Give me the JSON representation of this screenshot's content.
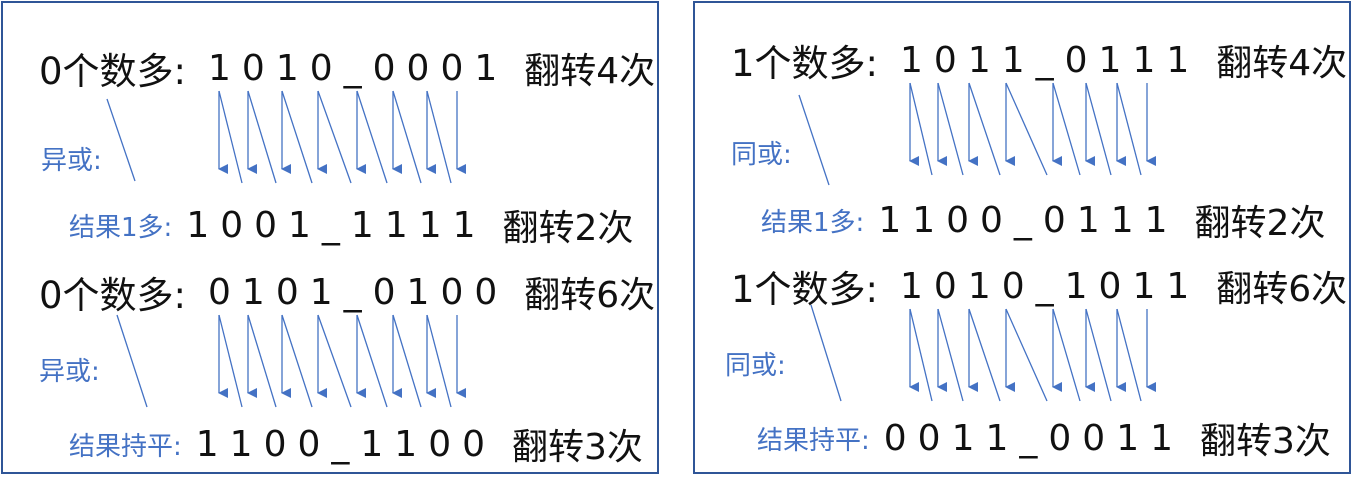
{
  "colors": {
    "border": "#2f5597",
    "accent": "#4472c4",
    "text": "#111111"
  },
  "panels": [
    {
      "op_label": "异或:",
      "op_label2": "异或:",
      "rows": [
        {
          "label": "0个数多:",
          "bits": "1010_0001",
          "flips": "翻转4次"
        },
        {
          "label": "结果1多:",
          "bits": "1001_1111",
          "flips": "翻转2次"
        },
        {
          "label": "0个数多:",
          "bits": "0101_0100",
          "flips": "翻转6次"
        },
        {
          "label": "结果持平:",
          "bits": "1100_1100",
          "flips": "翻转3次"
        }
      ]
    },
    {
      "op_label": "同或:",
      "op_label2": "同或:",
      "rows": [
        {
          "label": "1个数多:",
          "bits": "1011_0111",
          "flips": "翻转4次"
        },
        {
          "label": "结果1多:",
          "bits": "1100_0111",
          "flips": "翻转2次"
        },
        {
          "label": "1个数多:",
          "bits": "1010_1011",
          "flips": "翻转6次"
        },
        {
          "label": "结果持平:",
          "bits": "0011_0011",
          "flips": "翻转3次"
        }
      ]
    }
  ]
}
